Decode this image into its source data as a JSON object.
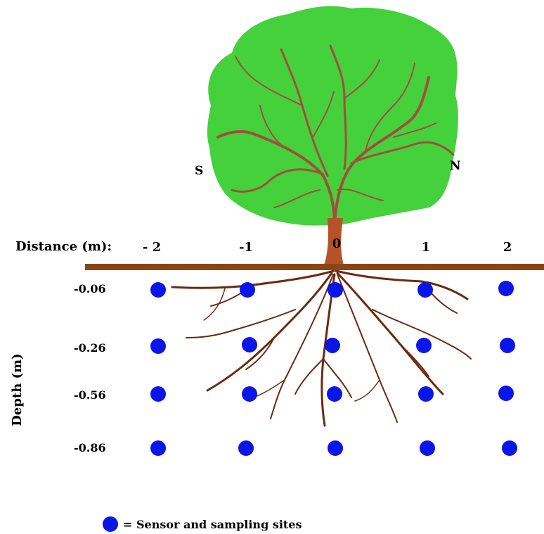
{
  "compass": {
    "south": "S",
    "north": "N"
  },
  "distance_axis": {
    "label": "Distance (m):",
    "ticks": [
      "- 2",
      "-1",
      "0",
      "1",
      "2"
    ]
  },
  "depth_axis": {
    "label": "Depth (m)",
    "ticks": [
      "-0.06",
      "-0.26",
      "-0.56",
      "-0.86"
    ]
  },
  "legend": {
    "text": "= Sensor and sampling sites"
  },
  "colors": {
    "canopy": "#44d13c",
    "trunk": "#b5522a",
    "branch": "#a0503a",
    "root": "#6b2a12",
    "ground": "#8b4513",
    "sensor": "#0a16e8"
  }
}
